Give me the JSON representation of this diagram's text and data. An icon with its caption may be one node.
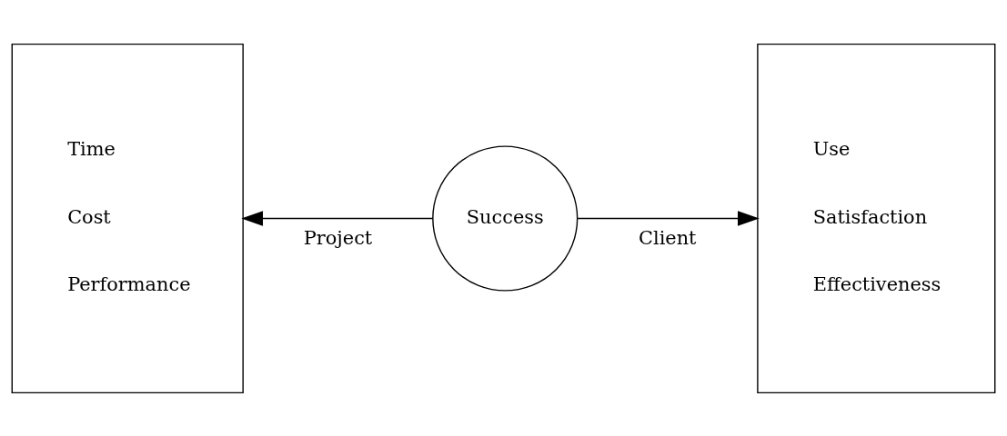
{
  "diagram": {
    "nodes": [
      {
        "text": [
          "Time",
          "Cost",
          "Performance"
        ]
      },
      {
        "text": [
          "Success"
        ]
      },
      {
        "text": [
          "Use",
          "Satisfaction",
          "Effectiveness"
        ]
      }
    ],
    "edges": [
      {
        "from": 1,
        "to": 0,
        "arrow": "to",
        "label": "Project"
      },
      {
        "from": 1,
        "to": 2,
        "arrow": "to",
        "label": "Client"
      }
    ]
  }
}
